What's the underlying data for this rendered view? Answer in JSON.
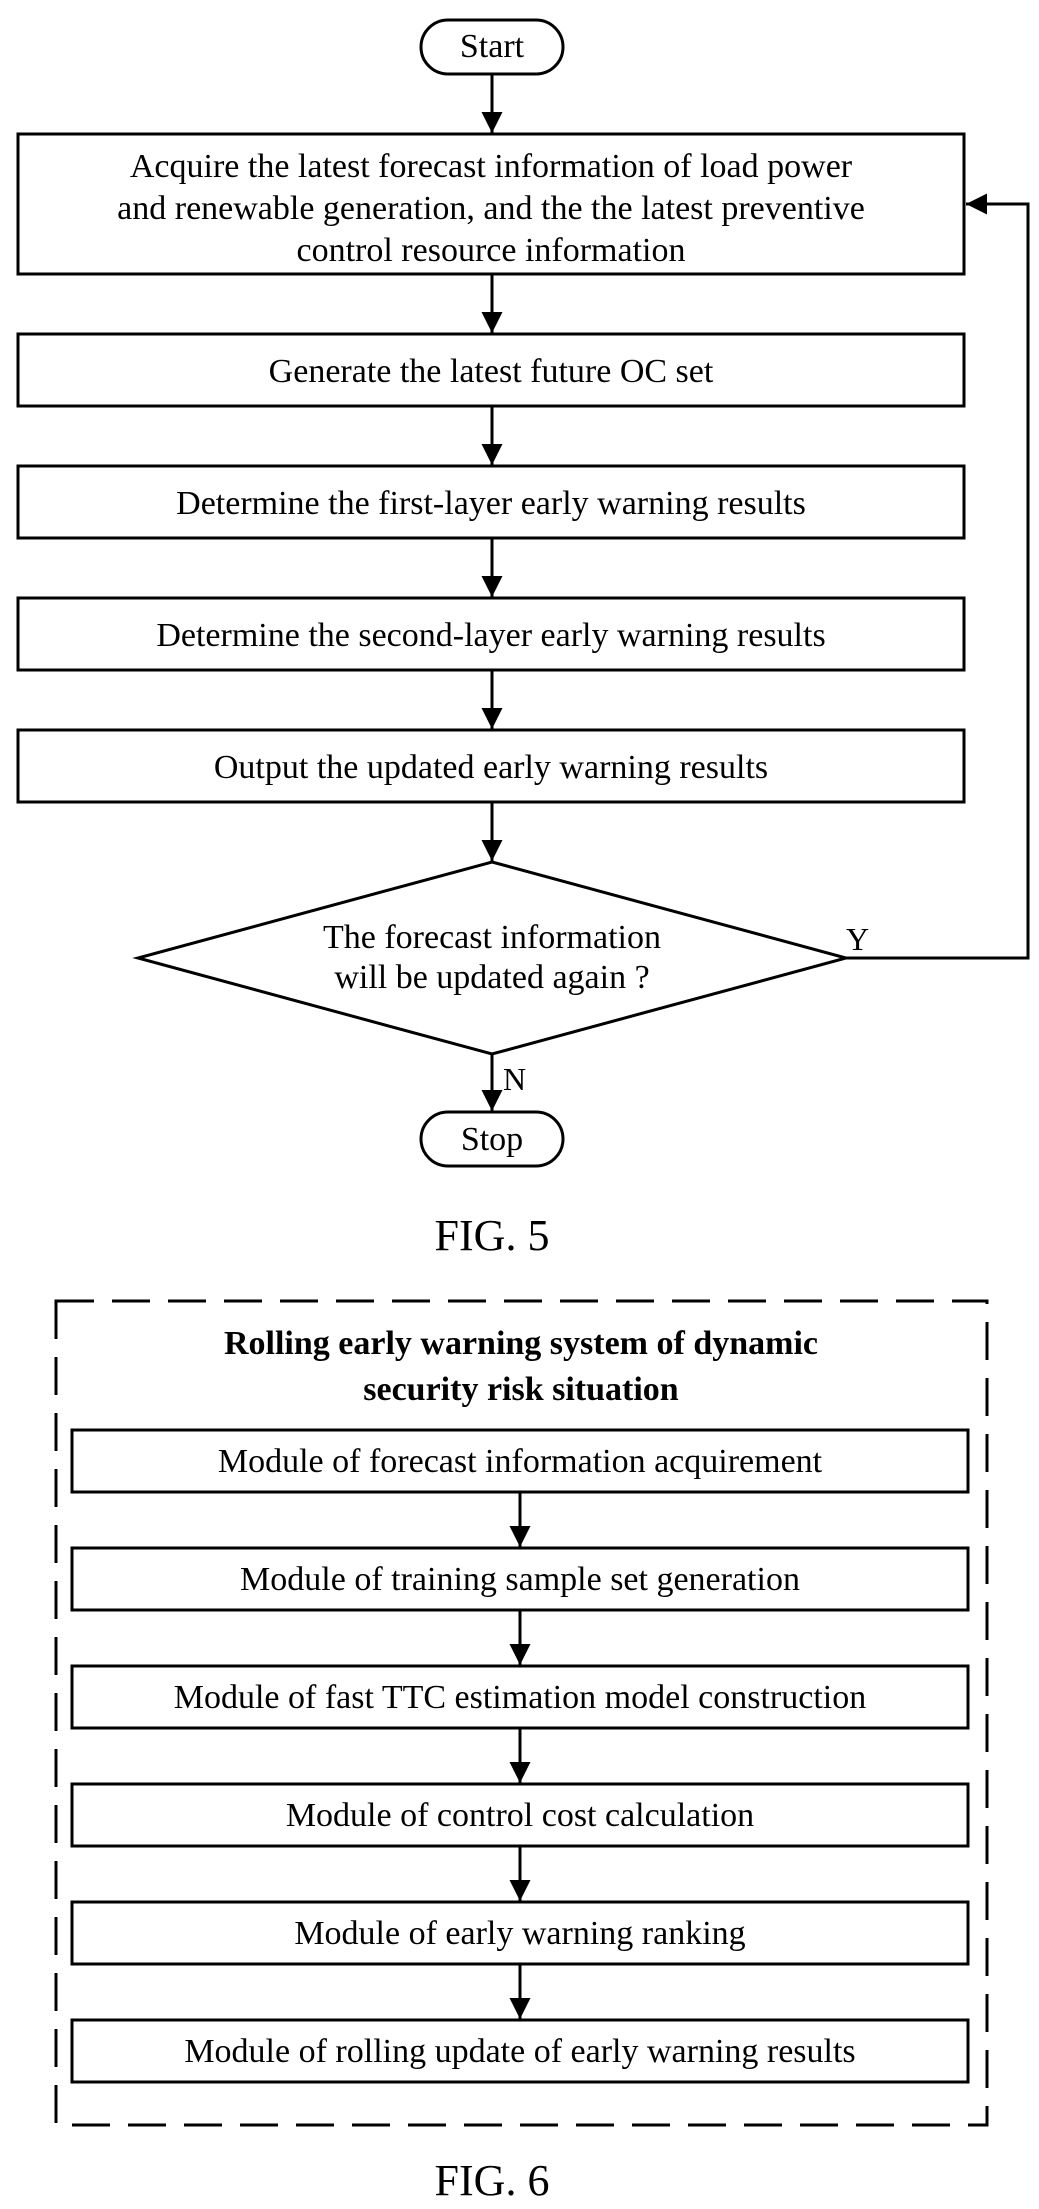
{
  "fig5": {
    "start": "Start",
    "stop": "Stop",
    "step1": [
      "Acquire the latest forecast information of load power",
      "and renewable generation, and the the latest preventive",
      "control resource information"
    ],
    "step2": "Generate the latest future OC set",
    "step3": "Determine the first-layer early warning results",
    "step4": "Determine the second-layer early warning results",
    "step5": "Output the updated early warning results",
    "decision": [
      "The forecast information",
      "will be updated again ?"
    ],
    "yes": "Y",
    "no": "N",
    "caption": "FIG. 5"
  },
  "fig6": {
    "title": [
      "Rolling early warning system of dynamic",
      "security risk situation"
    ],
    "modules": [
      "Module of forecast information acquirement",
      "Module of training sample set generation",
      "Module of fast TTC estimation model construction",
      "Module of control cost calculation",
      "Module of early warning ranking",
      "Module of rolling update of early warning results"
    ],
    "caption": "FIG. 6"
  }
}
